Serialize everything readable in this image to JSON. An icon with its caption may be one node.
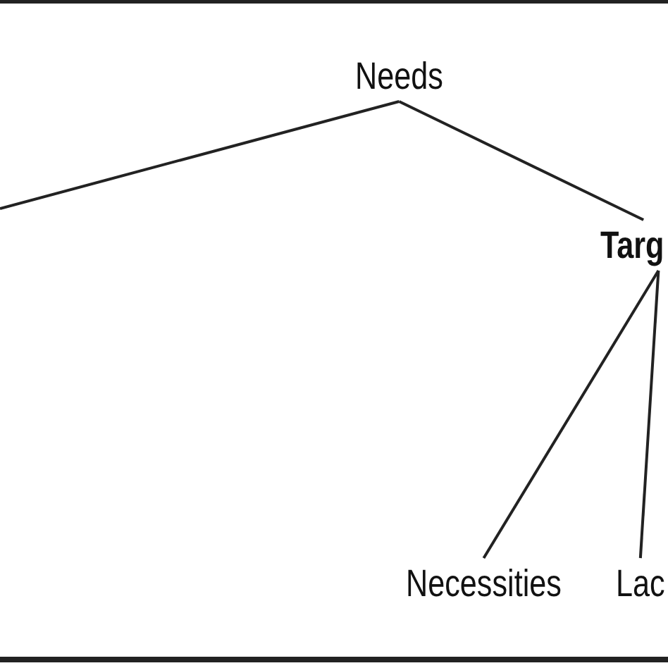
{
  "diagram": {
    "nodes": [
      {
        "text": [
          "Needs"
        ]
      },
      {
        "text": [
          "Targ"
        ]
      },
      {
        "text": [
          "Necessities"
        ]
      },
      {
        "text": [
          "Lac"
        ]
      }
    ],
    "edges": [
      {
        "from": 0,
        "to": null,
        "arrow": "none"
      },
      {
        "from": 0,
        "to": 1,
        "arrow": "none"
      },
      {
        "from": 1,
        "to": 2,
        "arrow": "none"
      },
      {
        "from": 1,
        "to": 3,
        "arrow": "none"
      }
    ]
  }
}
